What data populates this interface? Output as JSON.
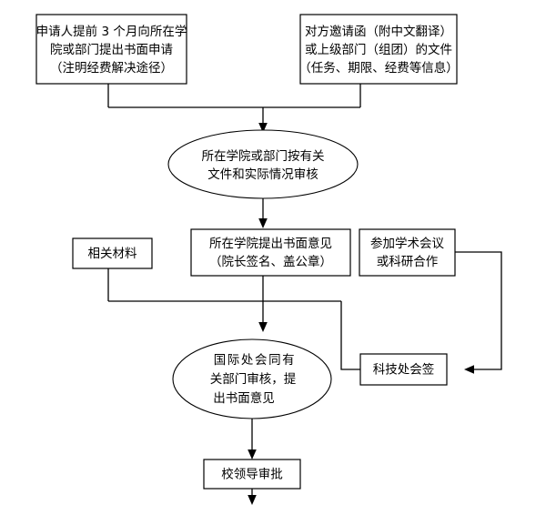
{
  "diagram": {
    "title": "",
    "type": "flowchart",
    "background_color": "#ffffff",
    "line_color": "#000000",
    "text_color": "#000000",
    "nodes": [
      {
        "id": "applicant-request",
        "shape": "rectangle",
        "lines": [
          "申请人提前 3 个月向所在学",
          "院或部门提出书面申请",
          "（注明经费解决途径）"
        ]
      },
      {
        "id": "invitation-letter",
        "shape": "rectangle",
        "lines": [
          "对方邀请函（附中文翻译）",
          "或上级部门（组团）的文件",
          "（任务、期限、经费等信息）"
        ]
      },
      {
        "id": "college-review",
        "shape": "ellipse",
        "lines": [
          "所在学院或部门按有关",
          "文件和实际情况审核"
        ]
      },
      {
        "id": "related-materials",
        "shape": "rectangle",
        "lines": [
          "相关材料"
        ]
      },
      {
        "id": "written-opinion",
        "shape": "rectangle",
        "lines": [
          "所在学院提出书面意见",
          "（院长签名、盖公章）"
        ]
      },
      {
        "id": "academic-conference",
        "shape": "rectangle",
        "lines": [
          "参加学术会议",
          "或科研合作"
        ]
      },
      {
        "id": "international-office",
        "shape": "ellipse",
        "lines": [
          "国际处会同有",
          "关部门审核，提",
          "出书面意见"
        ]
      },
      {
        "id": "science-tech-office",
        "shape": "rectangle",
        "lines": [
          "科技处会签"
        ]
      },
      {
        "id": "school-leader-approval",
        "shape": "rectangle",
        "lines": [
          "校领导审批"
        ]
      }
    ],
    "edges": [
      {
        "from": "applicant-request",
        "to": "college-review",
        "arrow": true
      },
      {
        "from": "invitation-letter",
        "to": "college-review",
        "arrow": true
      },
      {
        "from": "college-review",
        "to": "written-opinion",
        "arrow": true
      },
      {
        "from": "related-materials",
        "to": "international-office",
        "arrow": true
      },
      {
        "from": "written-opinion",
        "to": "international-office",
        "arrow": true
      },
      {
        "from": "written-opinion",
        "to": "science-tech-office",
        "arrow": false
      },
      {
        "from": "academic-conference",
        "to": "science-tech-office",
        "arrow": true
      },
      {
        "from": "international-office",
        "to": "school-leader-approval",
        "arrow": true
      },
      {
        "from": "school-leader-approval",
        "to": "next-step",
        "arrow": true
      }
    ]
  }
}
